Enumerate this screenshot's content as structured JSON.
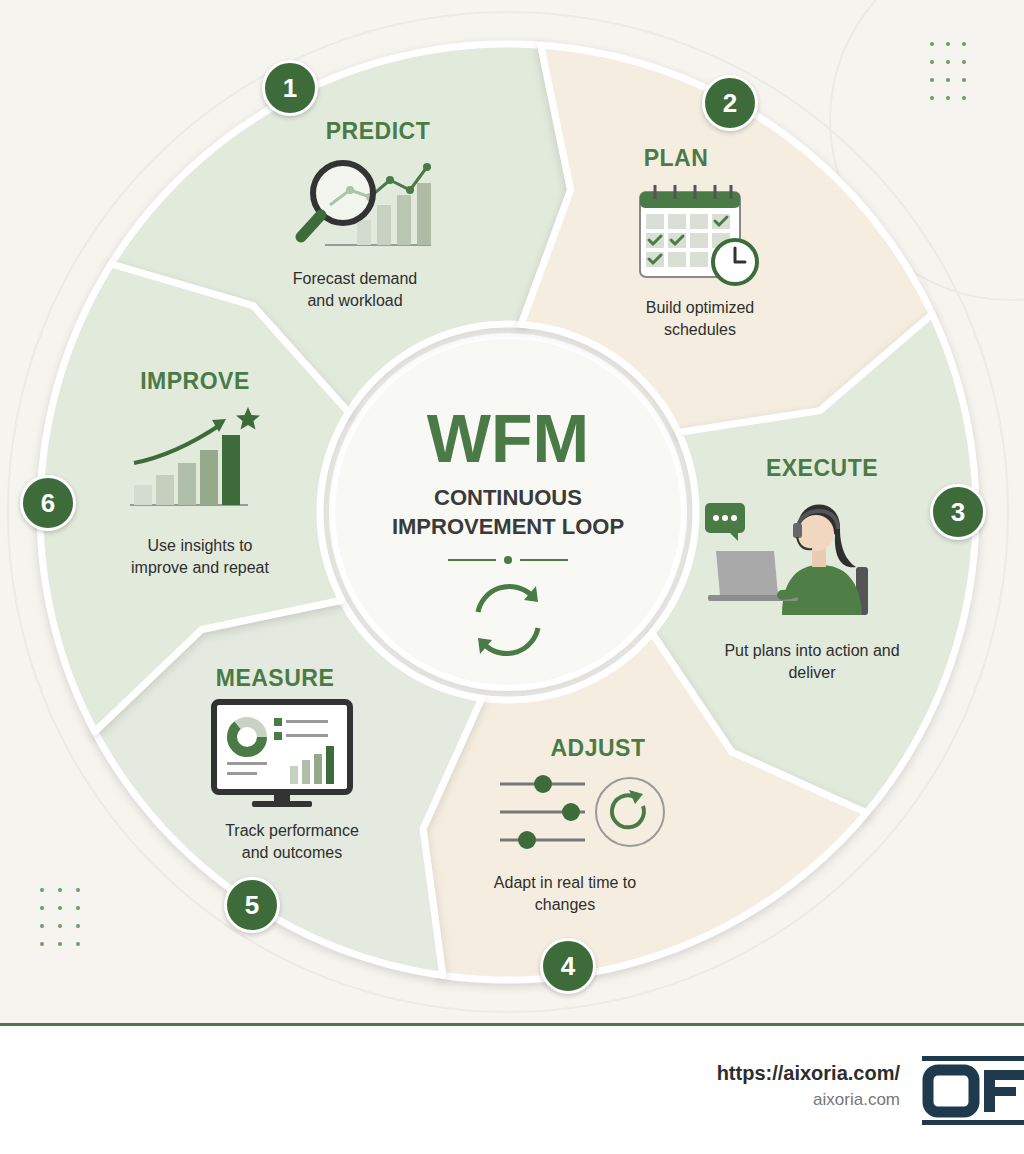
{
  "diagram": {
    "title": "WFM",
    "nodes": [
      {
        "text": [
          "PREDICT",
          "Forecast demand and workload"
        ]
      },
      {
        "text": [
          "PLAN",
          "Build optimized schedules"
        ]
      },
      {
        "text": [
          "EXECUTE",
          "Put plans into action and deliver"
        ]
      },
      {
        "text": [
          "ADJUST",
          "Adapt in real time to changes"
        ]
      },
      {
        "text": [
          "MEASURE",
          "Track performance and outcomes"
        ]
      },
      {
        "text": [
          "IMPROVE",
          "Use insights to improve and repeat"
        ]
      }
    ],
    "labels": [
      "1",
      "2",
      "3",
      "4",
      "5",
      "6",
      "CONTINUOUS IMPROVEMENT LOOP",
      "https://aixoria.com/",
      "aixoria.com"
    ]
  }
}
